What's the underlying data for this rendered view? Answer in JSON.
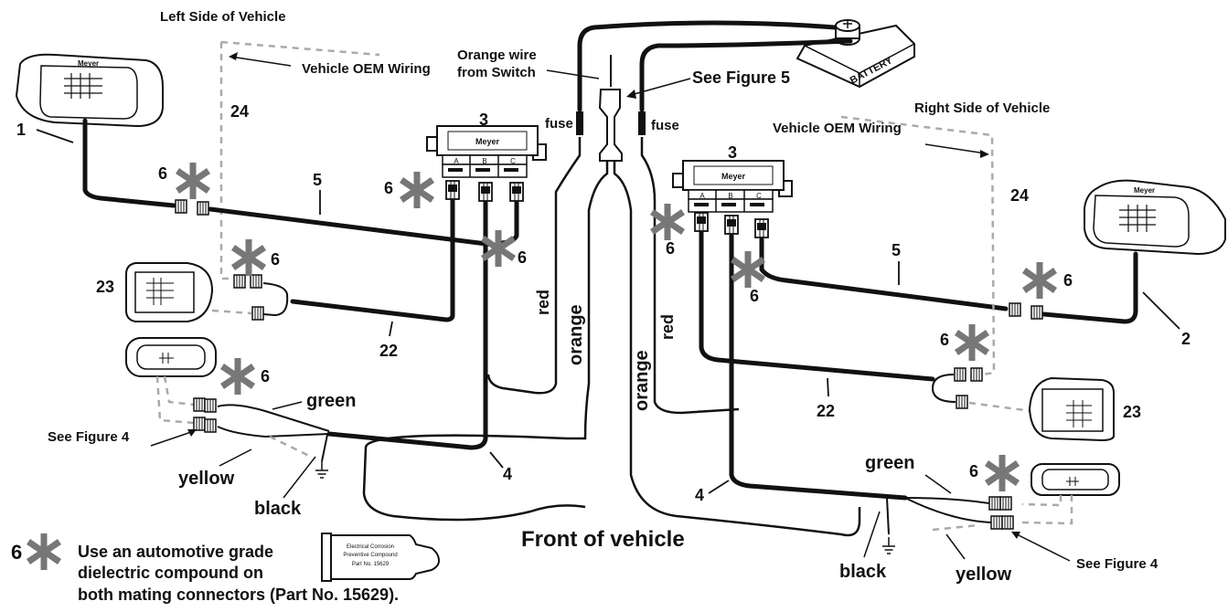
{
  "sides": {
    "left_title": "Left Side of Vehicle",
    "right_title": "Right Side of Vehicle",
    "left_oem": "Vehicle OEM Wiring",
    "right_oem": "Vehicle OEM Wiring"
  },
  "center": {
    "orange_wire_line1": "Orange wire",
    "orange_wire_line2": "from Switch",
    "see_fig5": "See Figure 5",
    "fuse_left": "fuse",
    "fuse_right": "fuse",
    "battery": "BATTERY",
    "front": "Front of vehicle"
  },
  "wire_labels": {
    "red_left": "red",
    "orange_left": "orange",
    "red_right": "red",
    "orange_right": "orange",
    "green_left": "green",
    "yellow_left": "yellow",
    "black_left": "black",
    "green_right": "green",
    "yellow_right": "yellow",
    "black_right": "black",
    "see_fig4_left": "See Figure  4",
    "see_fig4_right": "See Figure  4"
  },
  "module": {
    "brand": "Meyer",
    "ports": [
      "A",
      "B",
      "C"
    ]
  },
  "numbers": {
    "n1": "1",
    "n2": "2",
    "n3_left": "3",
    "n3_right": "3",
    "n4_left": "4",
    "n4_right": "4",
    "n5_left": "5",
    "n5_right": "5",
    "n6": "6",
    "n22_left": "22",
    "n22_right": "22",
    "n23_left": "23",
    "n23_right": "23",
    "n24_left": "24",
    "n24_right": "24"
  },
  "note": {
    "num": "6",
    "line1": "Use an automotive grade",
    "line2": "dielectric compound on",
    "line3": "both mating connectors (Part No. 15629)."
  },
  "tube": {
    "line1": "Electrical Corrosion",
    "line2": "Preventive Compound",
    "line3": "Part No. 15629"
  },
  "colors": {
    "wire": "#111111",
    "star": "#777777",
    "dashed": "#aaaaaa"
  },
  "icons": [
    "headlamp",
    "parking-lamp",
    "turn-signal-lamp",
    "battery",
    "isolation-module",
    "ground-symbol",
    "connector",
    "asterisk-star",
    "compound-tube"
  ]
}
